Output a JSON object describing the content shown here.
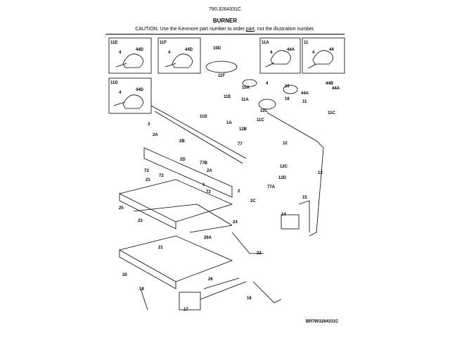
{
  "document_number": "790.3264331C",
  "title": "BURNER",
  "caution": {
    "before": "CAUTION: Use the Kenmore part number to order ",
    "link": "part",
    "after": ", not the illustration number."
  },
  "insets": [
    {
      "label": "11E",
      "parts": [
        "4",
        "44D"
      ]
    },
    {
      "label": "11F",
      "parts": [
        "4",
        "44D"
      ]
    },
    {
      "label": "11A",
      "parts": [
        "4",
        "44A"
      ]
    },
    {
      "label": "11",
      "parts": [
        "4",
        "44"
      ]
    },
    {
      "label": "11D",
      "parts": [
        "4",
        "44D"
      ]
    }
  ],
  "callouts": [
    "10D",
    "11F",
    "10A",
    "4",
    "10",
    "11E",
    "11A",
    "16",
    "44A",
    "11",
    "44B",
    "44A",
    "11C",
    "10C",
    "11D",
    "3",
    "2A",
    "1A",
    "11C",
    "12B",
    "77",
    "12",
    "2B",
    "2D",
    "77B",
    "72",
    "72",
    "2A",
    "21",
    "12D",
    "12C",
    "77A",
    "13",
    "1",
    "2",
    "72",
    "2C",
    "25",
    "15",
    "14",
    "23",
    "24",
    "26A",
    "22",
    "21",
    "20",
    "26",
    "18",
    "16",
    "17"
  ],
  "footer_code": "BR7903264331C"
}
